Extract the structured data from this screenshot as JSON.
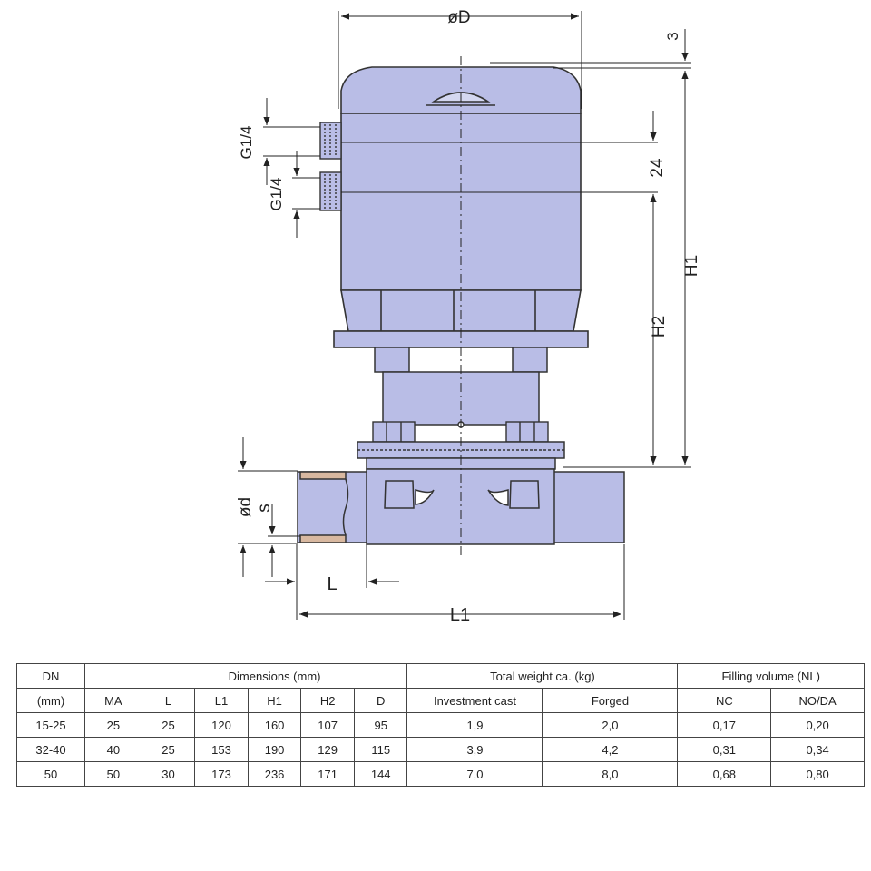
{
  "drawing": {
    "dim_labels": {
      "od_top": "øD",
      "three": "3",
      "g14_upper": "G1/4",
      "g14_lower": "G1/4",
      "twentyfour": "24",
      "h1": "H1",
      "h2": "H2",
      "od_pipe": "ød",
      "s": "s",
      "l": "L",
      "l1": "L1"
    },
    "colors": {
      "body_fill": "#b9bde6",
      "body_stroke": "#333333",
      "line": "#222222"
    }
  },
  "table": {
    "header_row1": {
      "dn": "DN",
      "dimensions": "Dimensions (mm)",
      "weight": "Total weight ca. (kg)",
      "filling": "Filling volume (NL)"
    },
    "header_row2": {
      "mm": "(mm)",
      "ma": "MA",
      "l": "L",
      "l1": "L1",
      "h1": "H1",
      "h2": "H2",
      "d": "D",
      "investment": "Investment cast",
      "forged": "Forged",
      "nc": "NC",
      "noda": "NO/DA"
    },
    "rows": [
      {
        "dn": "15-25",
        "ma": "25",
        "l": "25",
        "l1": "120",
        "h1": "160",
        "h2": "107",
        "d": "95",
        "invest": "1,9",
        "forged": "2,0",
        "nc": "0,17",
        "noda": "0,20"
      },
      {
        "dn": "32-40",
        "ma": "40",
        "l": "25",
        "l1": "153",
        "h1": "190",
        "h2": "129",
        "d": "115",
        "invest": "3,9",
        "forged": "4,2",
        "nc": "0,31",
        "noda": "0,34"
      },
      {
        "dn": "50",
        "ma": "50",
        "l": "30",
        "l1": "173",
        "h1": "236",
        "h2": "171",
        "d": "144",
        "invest": "7,0",
        "forged": "8,0",
        "nc": "0,68",
        "noda": "0,80"
      }
    ]
  }
}
